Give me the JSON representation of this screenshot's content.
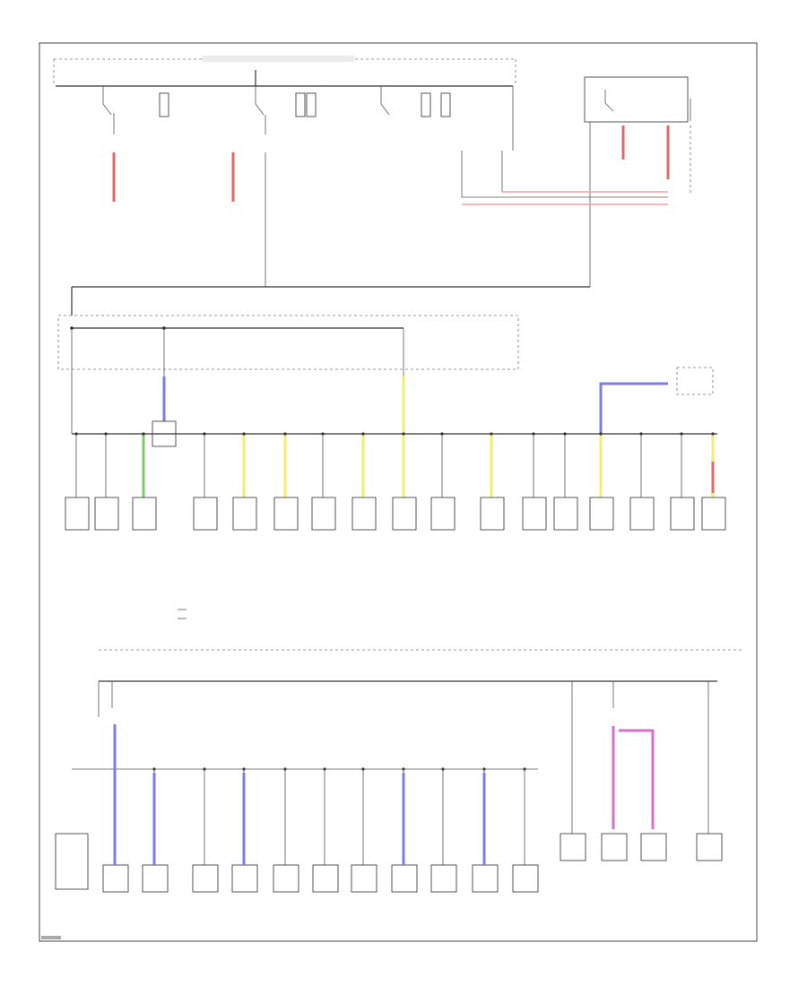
{
  "diagram": {
    "footer_code": "",
    "stroke_colors": {
      "frame": "#444444",
      "wire": "#333333",
      "red": "#e06a6a",
      "pink": "#f0a0a0",
      "green": "#7ccc66",
      "yellow": "#f2ef70",
      "blue": "#7d7de6",
      "magenta": "#d470c8"
    },
    "wire_colors_visible": [
      "red",
      "pink",
      "green",
      "yellow",
      "blue",
      "magenta"
    ]
  }
}
